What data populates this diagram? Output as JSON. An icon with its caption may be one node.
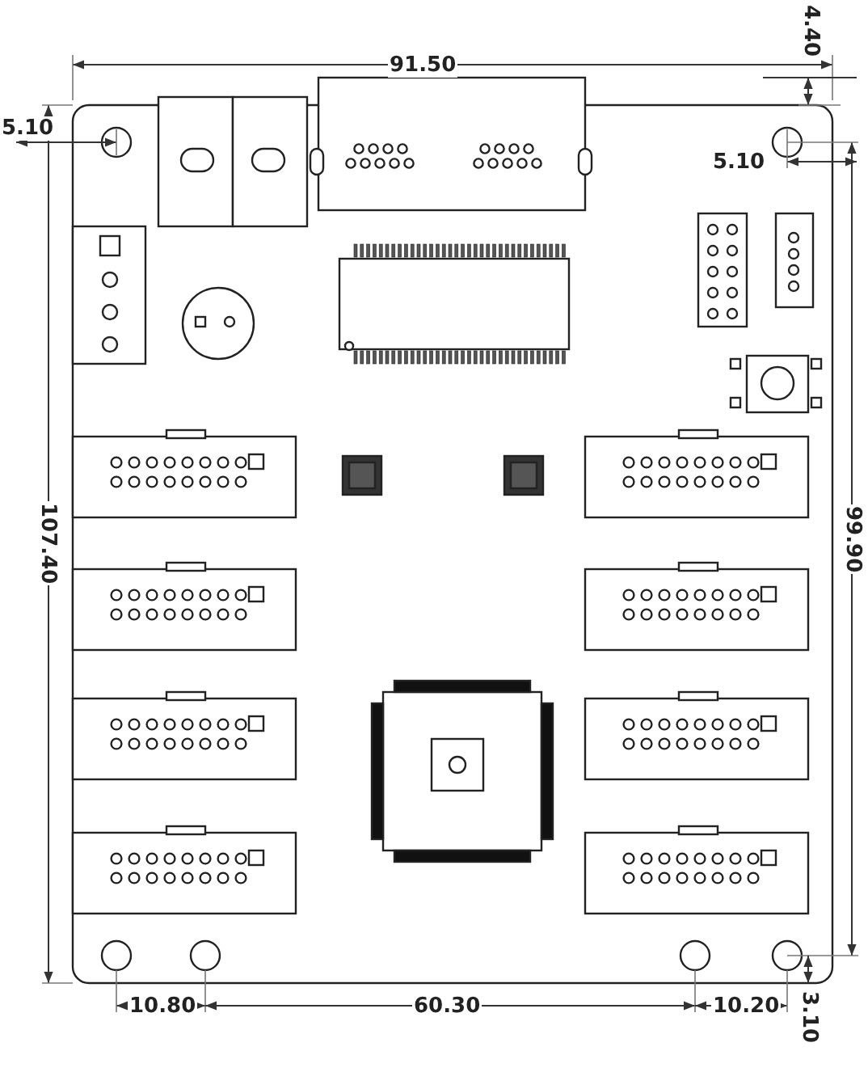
{
  "diagram": {
    "labels": [
      "4.40",
      "91.50",
      "5.10",
      "5.10",
      "107.40",
      "99.90",
      "10.80",
      "60.30",
      "10.20",
      "3.10"
    ]
  }
}
